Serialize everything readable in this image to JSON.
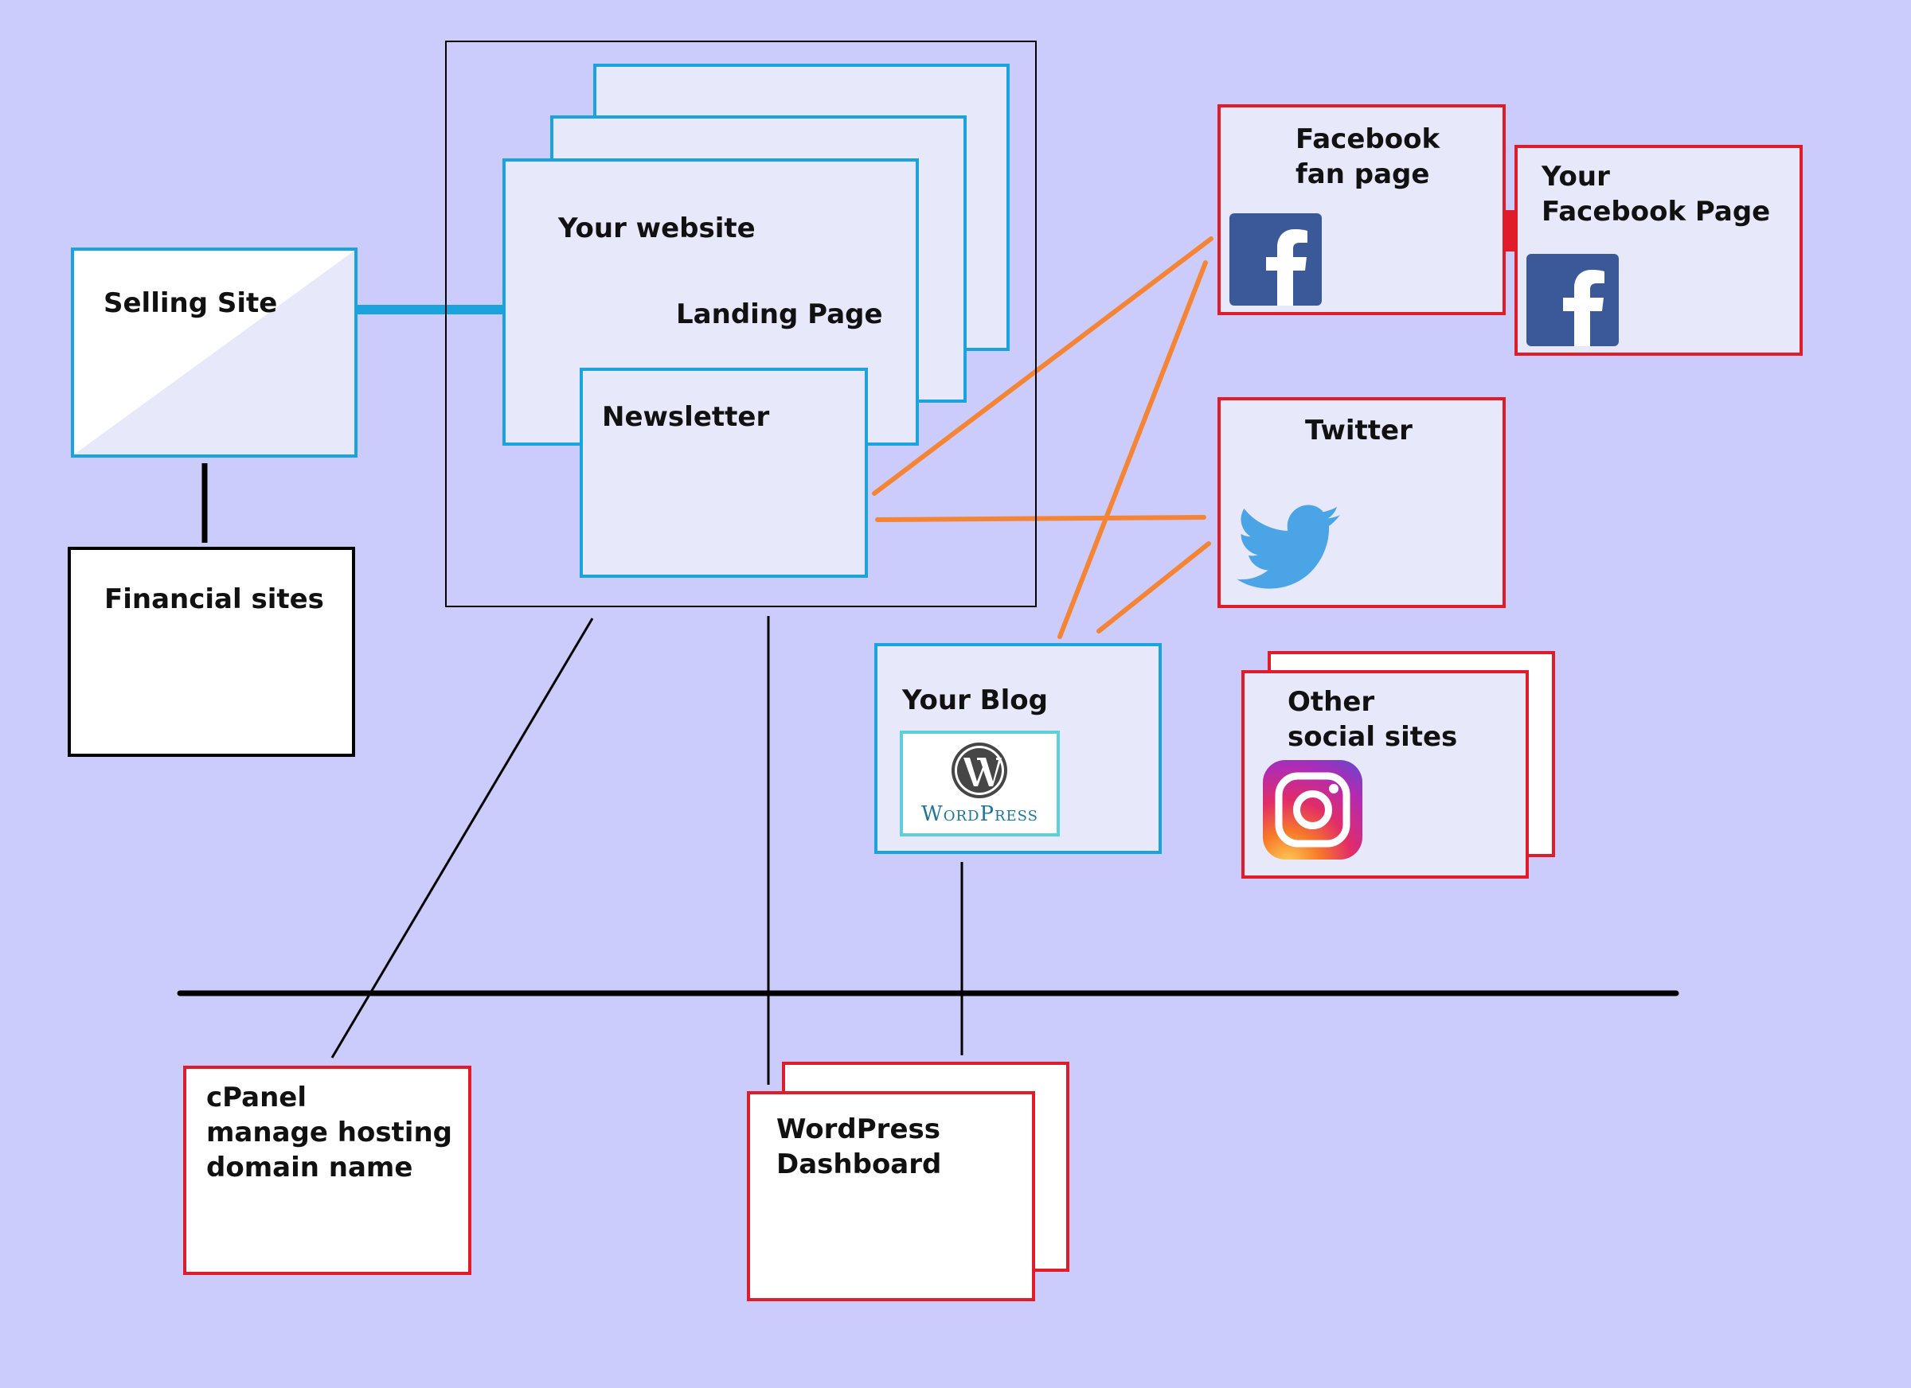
{
  "colors": {
    "background": "#ccccfc",
    "box_fill": "#e8e8fb",
    "blue_border": "#1aa3dd",
    "red_border": "#e01b2a",
    "orange_link": "#f58536",
    "facebook_blue": "#3b5998",
    "twitter_blue": "#4aa4e6"
  },
  "nodes": {
    "selling_site": "Selling Site",
    "financial_sites": "Financial sites",
    "your_website": "Your website",
    "landing_page": "Landing Page",
    "newsletter": "Newsletter",
    "facebook_fan_page": [
      "Facebook",
      "fan page"
    ],
    "your_facebook_page": [
      "Your",
      "Facebook Page"
    ],
    "twitter": "Twitter",
    "your_blog": "Your Blog",
    "other_social_sites": [
      "Other",
      "social sites"
    ],
    "cpanel": [
      "cPanel",
      "manage hosting",
      "domain name"
    ],
    "wordpress_dashboard": [
      "WordPress",
      "Dashboard"
    ]
  },
  "logos": {
    "wordpress_text": "WordPress"
  },
  "icons": {
    "facebook": "facebook-icon",
    "twitter": "twitter-bird-icon",
    "instagram": "instagram-icon",
    "wordpress": "wordpress-logo"
  }
}
